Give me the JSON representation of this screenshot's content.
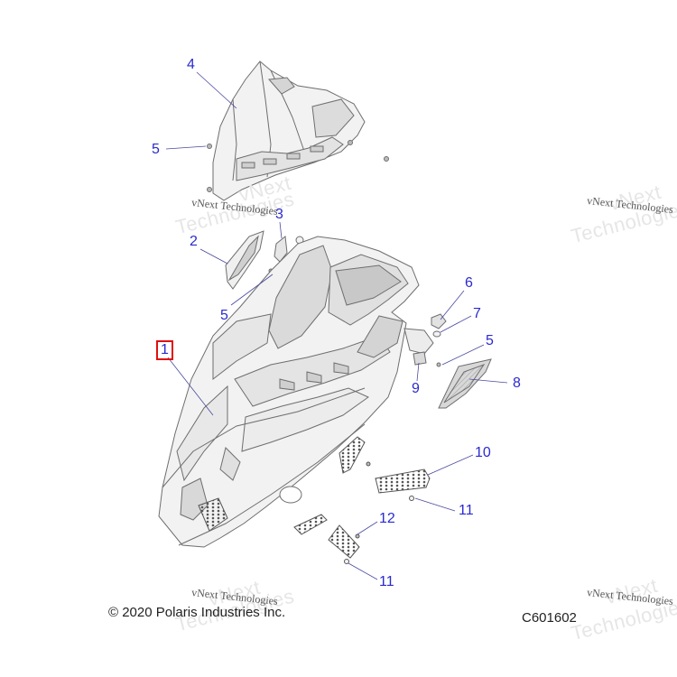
{
  "callouts": {
    "c1": "1",
    "c2": "2",
    "c3": "3",
    "c4": "4",
    "c5a": "5",
    "c5b": "5",
    "c5c": "5",
    "c6": "6",
    "c7": "7",
    "c8": "8",
    "c9": "9",
    "c10": "10",
    "c11a": "11",
    "c11b": "11",
    "c12": "12"
  },
  "watermark": {
    "line1": "vNext Technologies",
    "line2": "vNext",
    "line3": "Technologies"
  },
  "footer": {
    "copyright": "© 2020 Polaris Industries Inc.",
    "diagram_code": "C601602"
  },
  "colors": {
    "callout": "#2a2ad0",
    "highlight_box": "#e01010",
    "part_fill": "#f2f2f2",
    "part_shade": "#d9d9d9",
    "part_line": "#7a7a7a"
  }
}
